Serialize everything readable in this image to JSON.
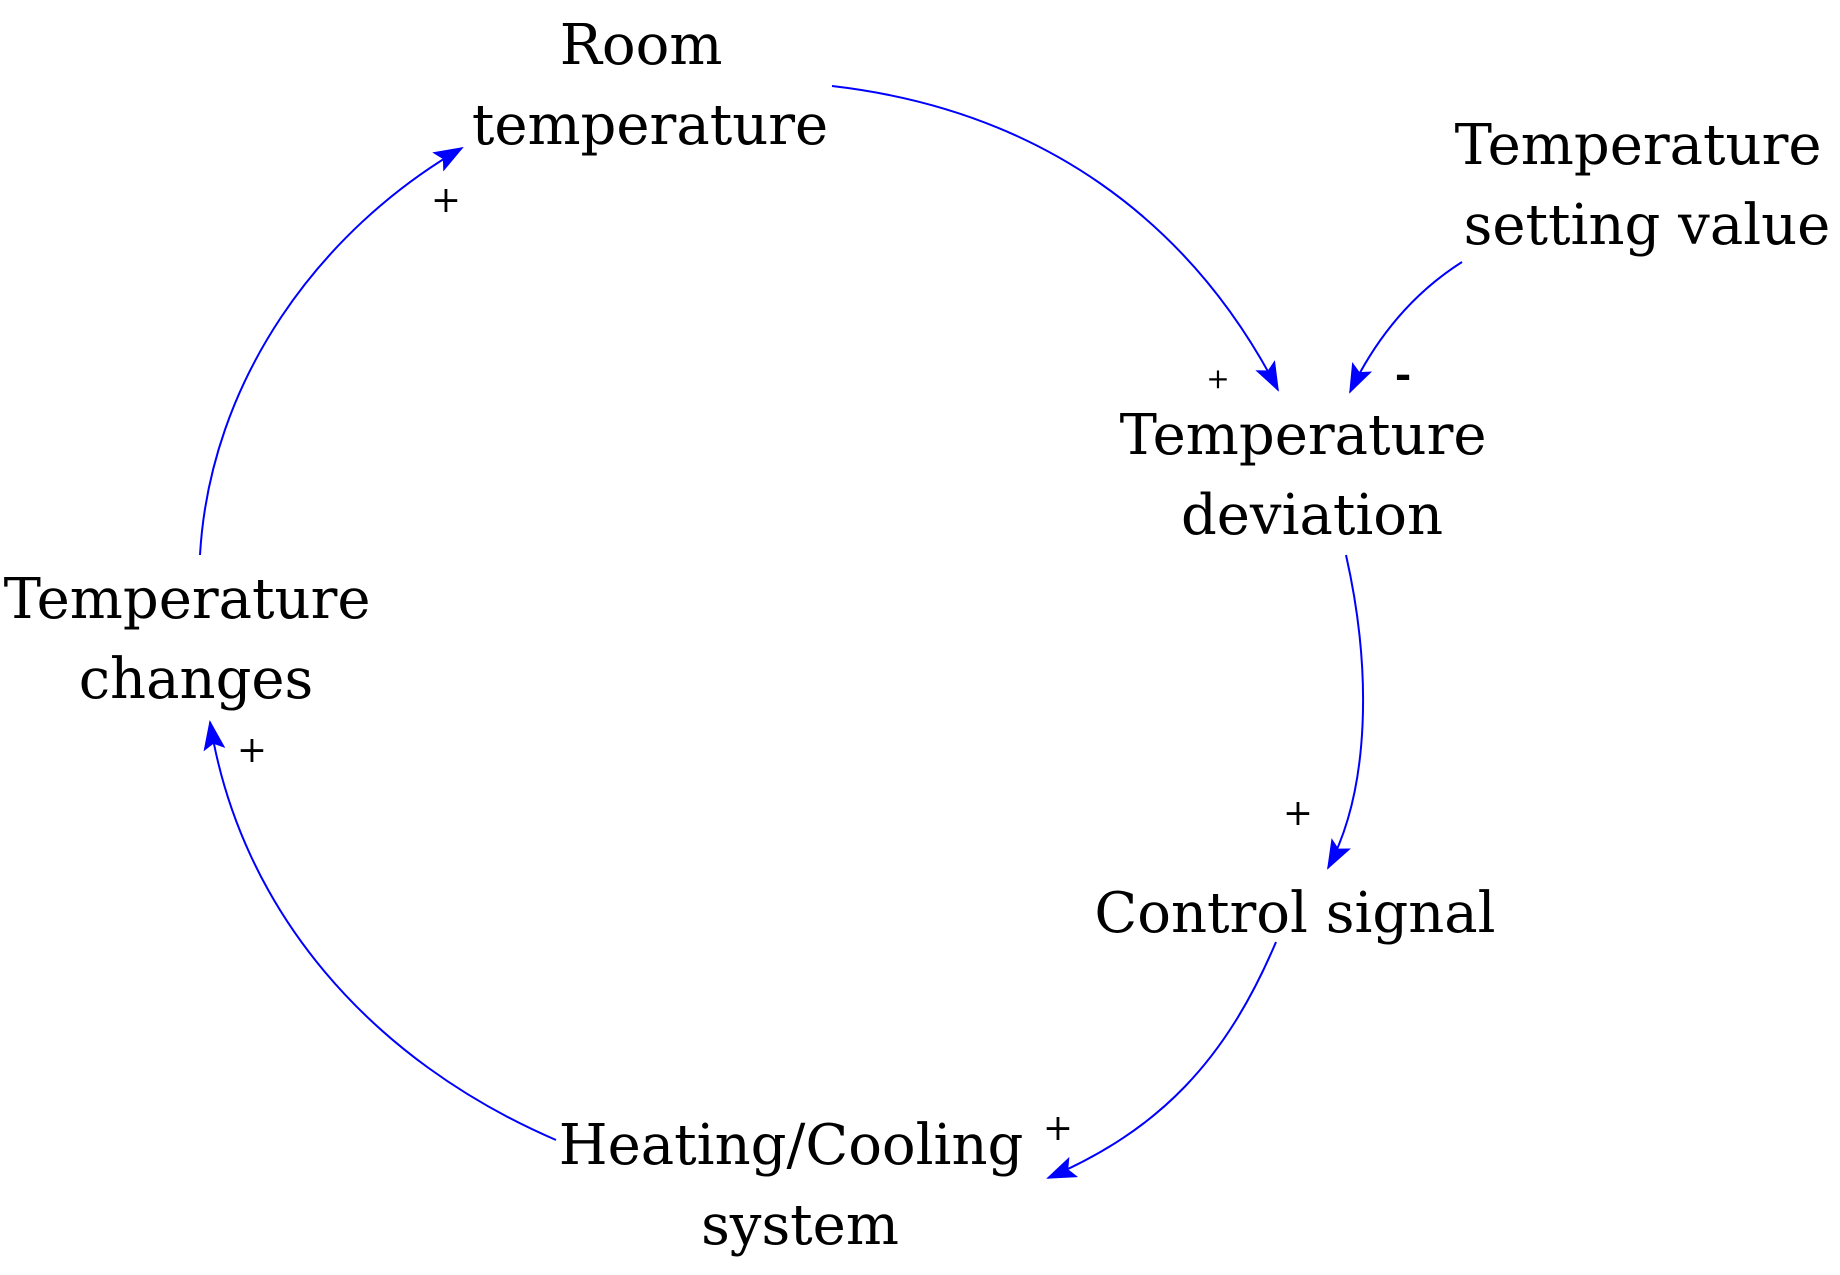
{
  "diagram": {
    "colors": {
      "link": "#0000ff",
      "text": "#000000",
      "background": "#ffffff"
    },
    "nodes": [
      {
        "id": "room-temperature",
        "lines": [
          "Room",
          "temperature"
        ]
      },
      {
        "id": "temperature-setting-value",
        "lines": [
          "Temperature",
          "setting value"
        ]
      },
      {
        "id": "temperature-deviation",
        "lines": [
          "Temperature",
          "deviation"
        ]
      },
      {
        "id": "control-signal",
        "lines": [
          "Control signal"
        ]
      },
      {
        "id": "heating-cooling-system",
        "lines": [
          "Heating/Cooling",
          "system"
        ]
      },
      {
        "id": "temperature-changes",
        "lines": [
          "Temperature",
          "changes"
        ]
      }
    ],
    "links": [
      {
        "from": "room-temperature",
        "to": "temperature-deviation",
        "polarity": "+"
      },
      {
        "from": "temperature-setting-value",
        "to": "temperature-deviation",
        "polarity": "-"
      },
      {
        "from": "temperature-deviation",
        "to": "control-signal",
        "polarity": "+"
      },
      {
        "from": "control-signal",
        "to": "heating-cooling-system",
        "polarity": "+"
      },
      {
        "from": "heating-cooling-system",
        "to": "temperature-changes",
        "polarity": "+"
      },
      {
        "from": "temperature-changes",
        "to": "room-temperature",
        "polarity": "+"
      }
    ]
  }
}
